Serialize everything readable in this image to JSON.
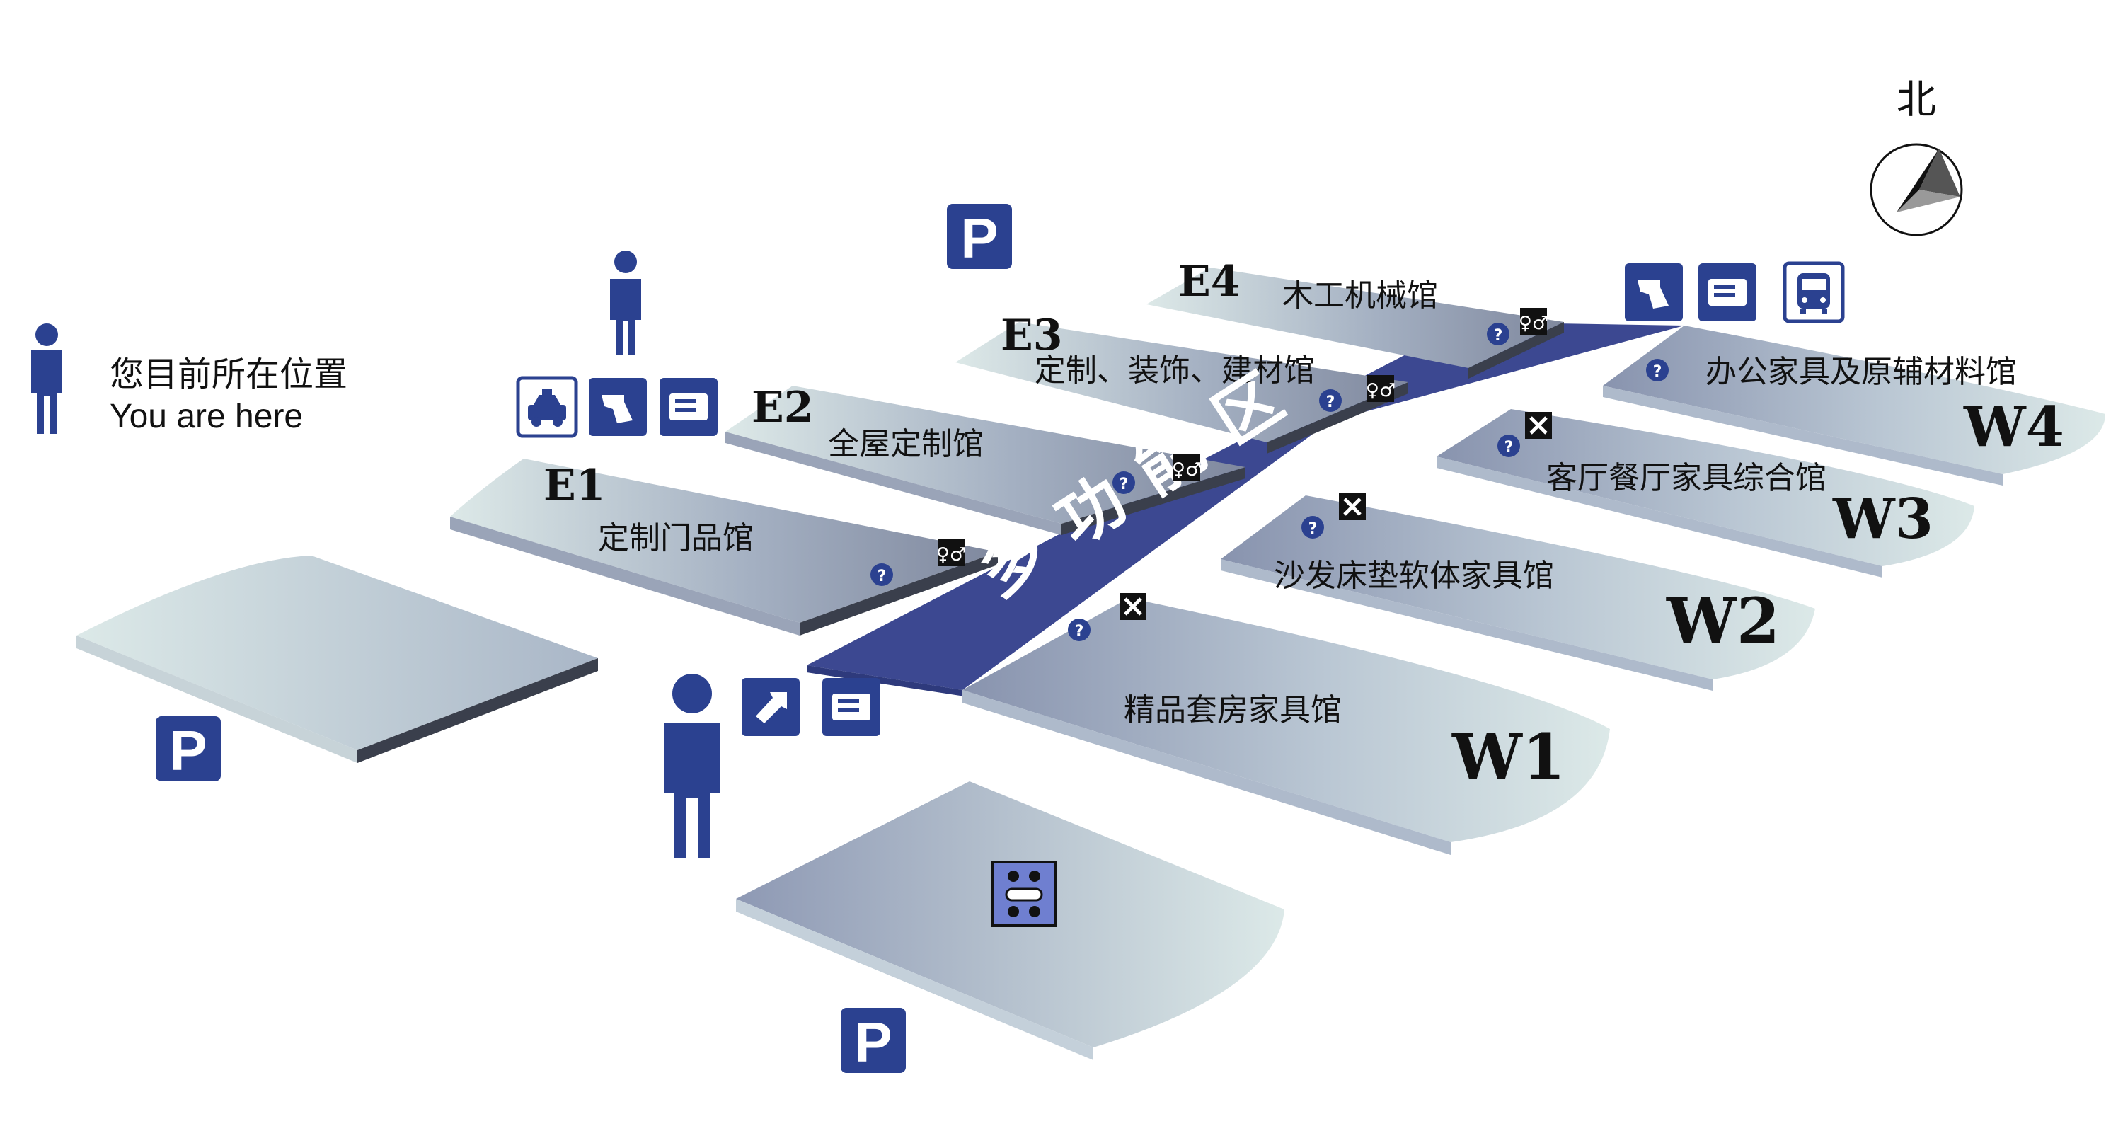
{
  "legend": {
    "title_zh": "您目前所在位置",
    "title_en": "You are here"
  },
  "north_label": "北",
  "corridor_label": "多功能区",
  "parking_symbol": "P",
  "halls_east": [
    {
      "code": "E1",
      "name": "定制门品馆"
    },
    {
      "code": "E2",
      "name": "全屋定制馆"
    },
    {
      "code": "E3",
      "name": "定制、装饰、建材馆"
    },
    {
      "code": "E4",
      "name": "木工机械馆"
    }
  ],
  "halls_west": [
    {
      "code": "W1",
      "name": "精品套房家具馆"
    },
    {
      "code": "W2",
      "name": "沙发床垫软体家具馆"
    },
    {
      "code": "W3",
      "name": "客厅餐厅家具综合馆"
    },
    {
      "code": "W4",
      "name": "办公家具及原辅材料馆"
    }
  ],
  "icons": {
    "info": "information-icon",
    "restroom": "restroom-icon",
    "restaurant": "restaurant-icon",
    "taxi": "taxi-icon",
    "bus": "bus-icon",
    "entrance": "entrance-icon",
    "ticket": "ticket-icon",
    "person": "you-are-here-person-icon",
    "meeting": "meeting-room-icon"
  },
  "colors": {
    "brand_blue": "#2B4190",
    "corridor": "#3C4891",
    "hall_light": "#DCE8E8",
    "hall_dark": "#8E98B0",
    "edge_dark": "#3A3F4C"
  }
}
